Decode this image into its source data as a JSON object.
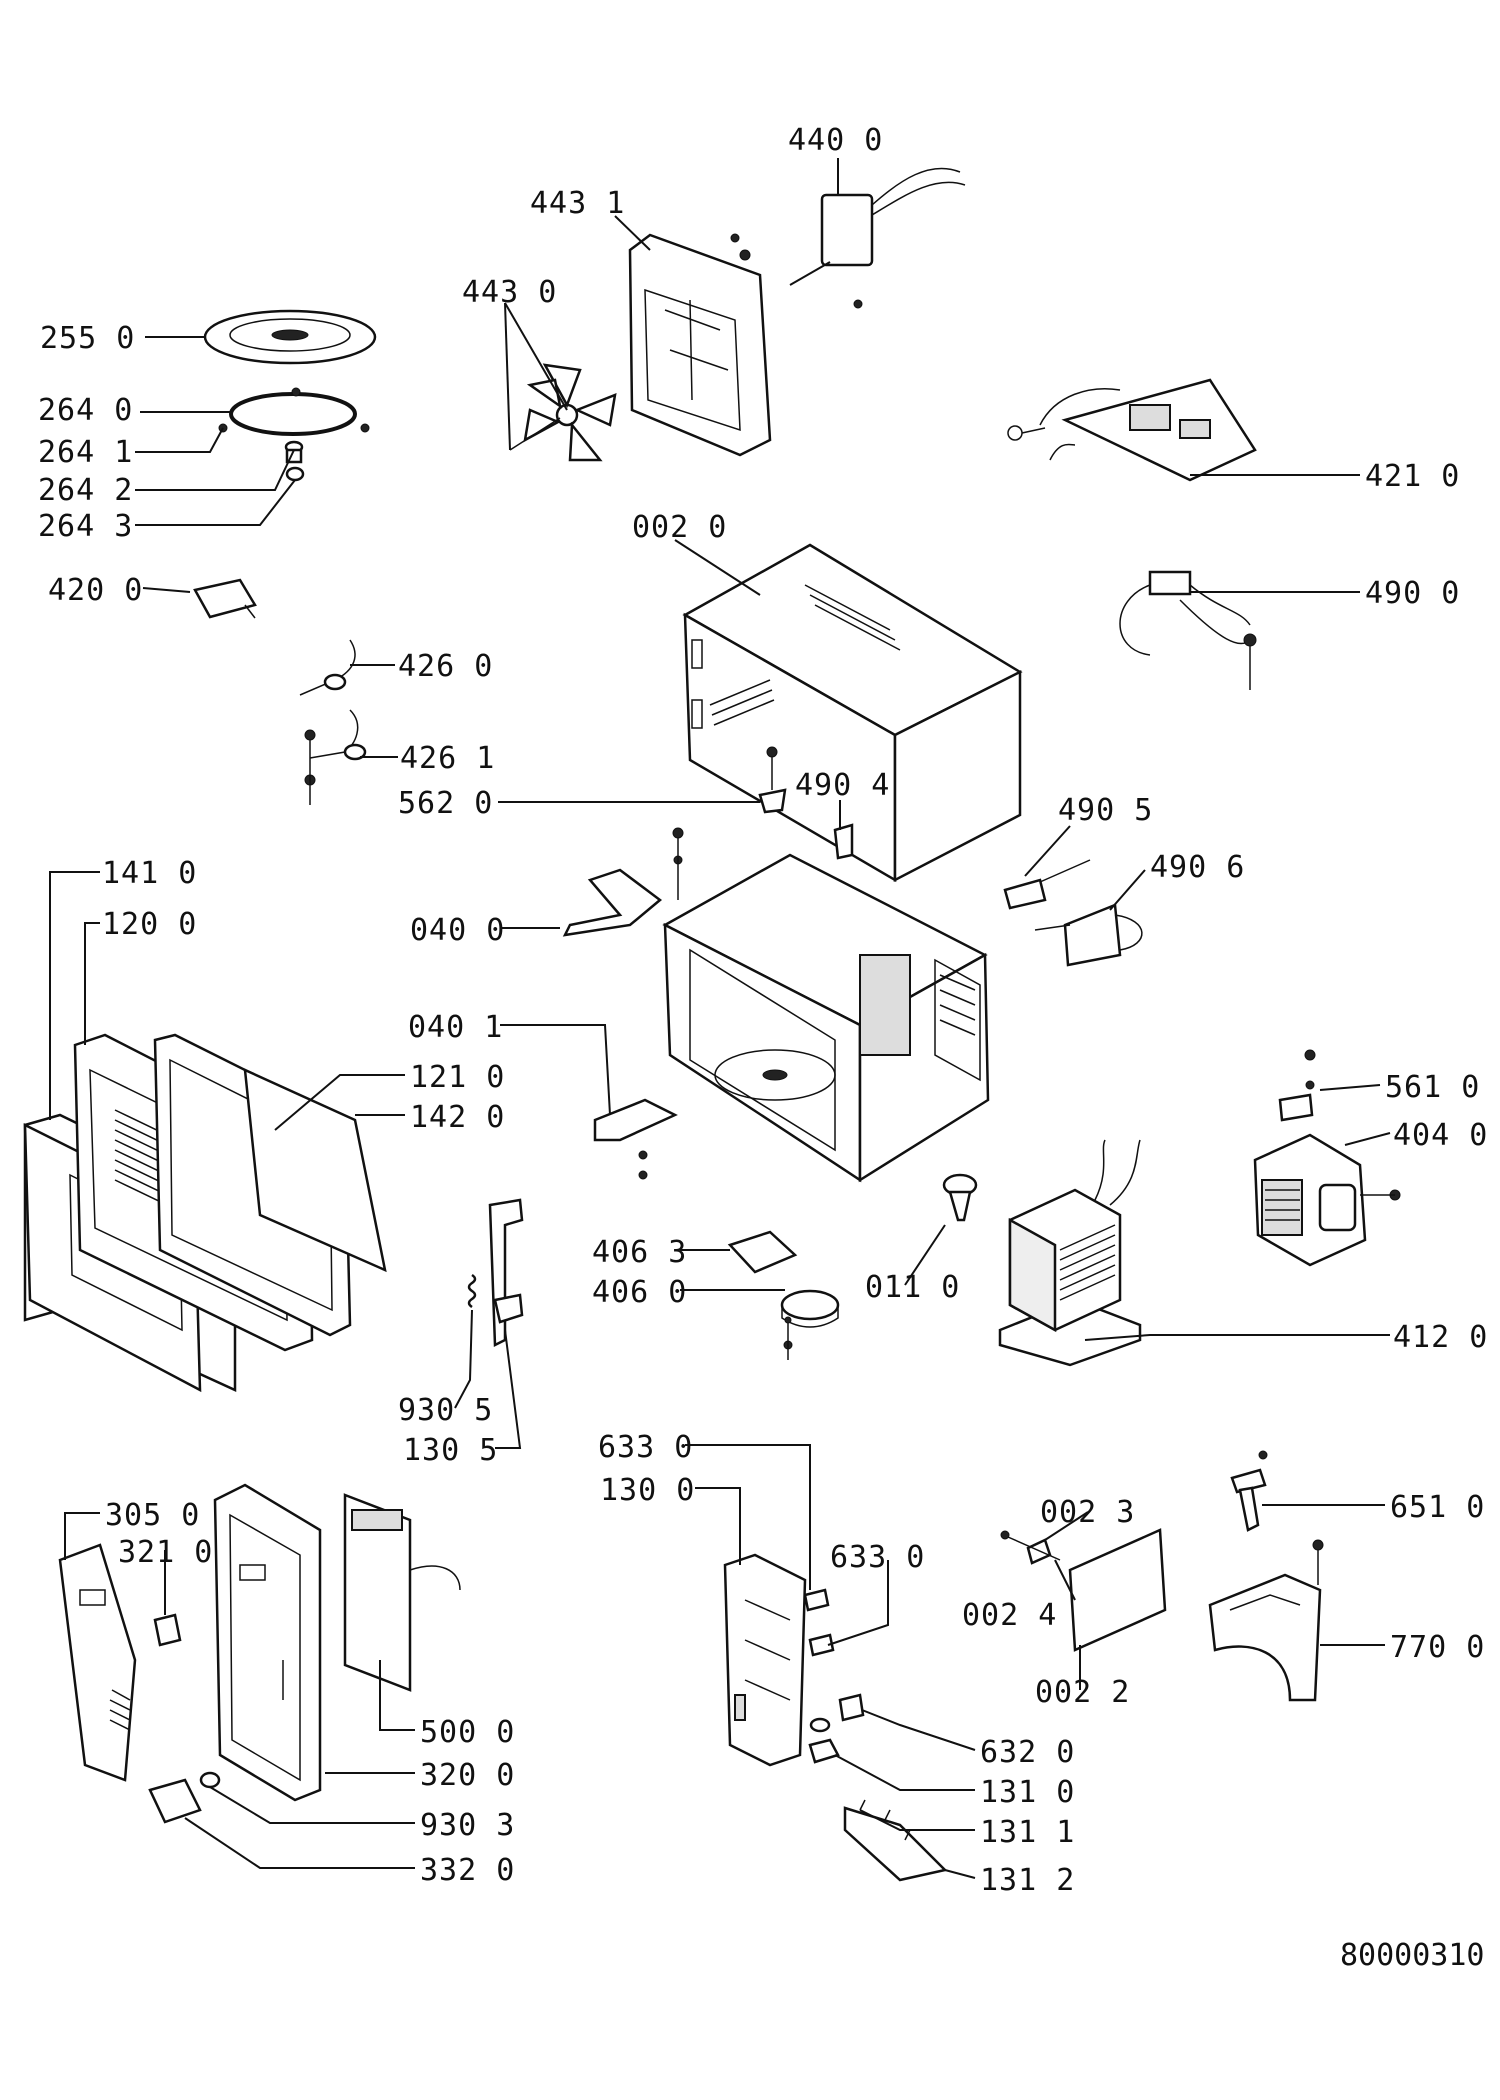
{
  "document_number": "80000310",
  "labels": {
    "l_440_0": "440 0",
    "l_443_1": "443 1",
    "l_443_0": "443 0",
    "l_255_0": "255 0",
    "l_264_0": "264 0",
    "l_264_1": "264 1",
    "l_264_2": "264 2",
    "l_264_3": "264 3",
    "l_421_0": "421 0",
    "l_002_0": "002 0",
    "l_420_0": "420 0",
    "l_490_0": "490 0",
    "l_426_0": "426 0",
    "l_426_1": "426 1",
    "l_490_4": "490 4",
    "l_562_0": "562 0",
    "l_490_5": "490 5",
    "l_490_6": "490 6",
    "l_141_0": "141 0",
    "l_120_0": "120 0",
    "l_040_0": "040 0",
    "l_040_1": "040 1",
    "l_121_0": "121 0",
    "l_142_0": "142 0",
    "l_561_0": "561 0",
    "l_404_0": "404 0",
    "l_406_3": "406 3",
    "l_406_0": "406 0",
    "l_011_0": "011 0",
    "l_412_0": "412 0",
    "l_930_5": "930 5",
    "l_130_5": "130 5",
    "l_633_0a": "633 0",
    "l_130_0": "130 0",
    "l_633_0b": "633 0",
    "l_305_0": "305 0",
    "l_321_0": "321 0",
    "l_002_3": "002 3",
    "l_002_4": "002 4",
    "l_002_2": "002 2",
    "l_651_0": "651 0",
    "l_770_0": "770 0",
    "l_500_0": "500 0",
    "l_320_0": "320 0",
    "l_930_3": "930 3",
    "l_332_0": "332 0",
    "l_632_0": "632 0",
    "l_131_0": "131 0",
    "l_131_1": "131 1",
    "l_131_2": "131 2"
  }
}
